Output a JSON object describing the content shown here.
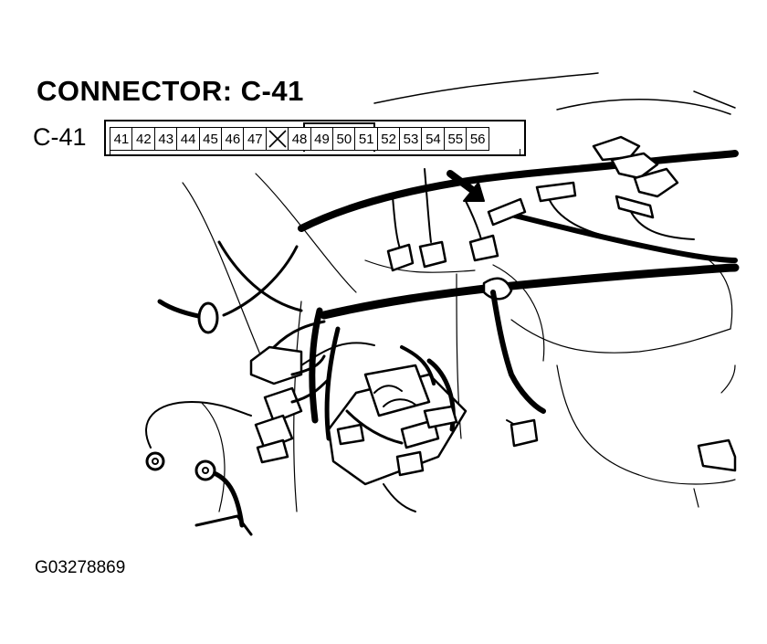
{
  "title": "CONNECTOR: C-41",
  "connector_label": "C-41",
  "pins": [
    "41",
    "42",
    "43",
    "44",
    "45",
    "46",
    "47",
    "",
    "48",
    "49",
    "50",
    "51",
    "52",
    "53",
    "54",
    "55",
    "56"
  ],
  "figure_id": "G03278869",
  "colors": {
    "line": "#000000",
    "background": "#ffffff"
  }
}
